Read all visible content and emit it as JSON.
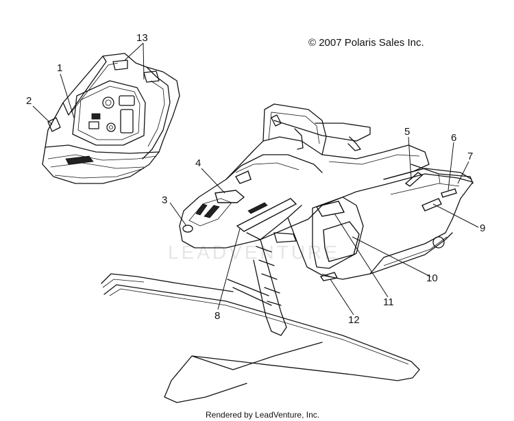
{
  "copyright": "© 2007 Polaris Sales Inc.",
  "rendered_by": "Rendered by LeadVenture, Inc.",
  "watermark": "LEADVENTURE",
  "callouts": [
    "1",
    "2",
    "3",
    "4",
    "5",
    "6",
    "7",
    "8",
    "9",
    "10",
    "11",
    "12",
    "13"
  ]
}
